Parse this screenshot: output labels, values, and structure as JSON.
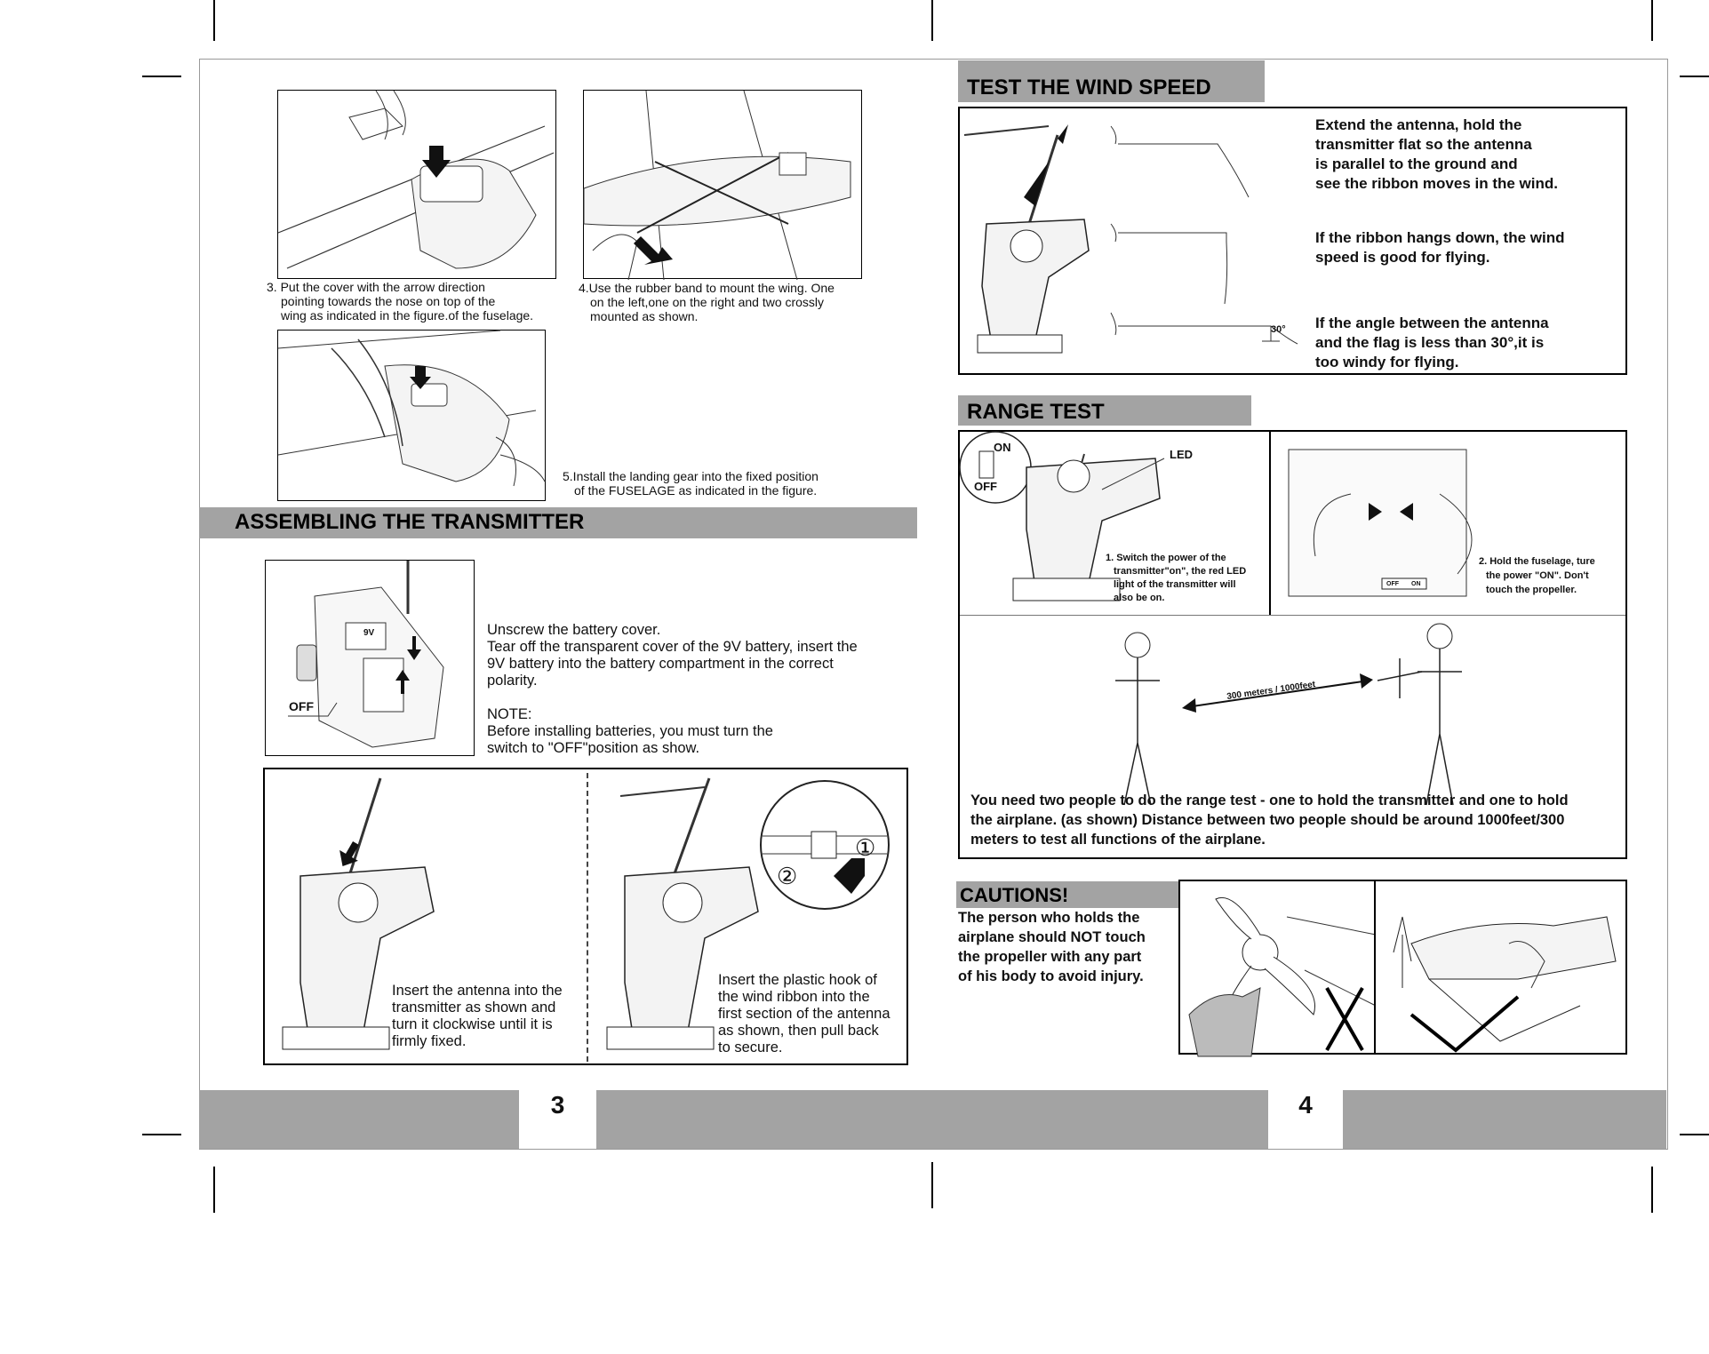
{
  "left_page": {
    "step3_caption": [
      "3. Put the cover with the arrow direction",
      "pointing towards the nose on top of the",
      "wing as indicated in the figure.of the fuselage."
    ],
    "step4_caption": [
      "4.Use the rubber band to mount the wing. One",
      "on the left,one on the right and two crossly",
      "mounted as shown."
    ],
    "step5_caption": [
      "5.Install the landing gear into the fixed position",
      "of the FUSELAGE as indicated in the figure."
    ],
    "transmitter_header": "ASSEMBLING THE TRANSMITTER",
    "battery_text": [
      "Unscrew the battery cover.",
      "Tear off the transparent cover of the 9V battery, insert the",
      "9V battery into the battery compartment in the correct",
      "polarity."
    ],
    "note_label": "NOTE:",
    "note_text": [
      "Before installing batteries, you must turn the",
      "switch to \"OFF\"position as show."
    ],
    "battery_fig_labels": {
      "off": "OFF",
      "nine_v": "9V"
    },
    "antenna_text": [
      "Insert the antenna into the",
      "transmitter as shown and",
      "turn it clockwise until it is",
      "firmly fixed."
    ],
    "hook_text": [
      "Insert the plastic hook of",
      "the wind ribbon into the",
      "first section of the antenna",
      "as shown, then pull back",
      "to secure."
    ],
    "hook_markers": [
      "①",
      "②"
    ],
    "page_number": "3"
  },
  "right_page": {
    "wind_header": "TEST THE WIND SPEED",
    "wind_text_1": [
      "Extend the antenna, hold the",
      "transmitter flat so the antenna",
      "is parallel to the ground and",
      "see the ribbon moves in the wind."
    ],
    "wind_text_2": [
      "If the ribbon hangs down, the wind",
      "speed is good for flying."
    ],
    "wind_text_3": [
      "If the angle between the antenna",
      "and the flag is less than 30°,it is",
      "too windy for flying."
    ],
    "wind_angle_label": "30°",
    "range_header": "RANGE TEST",
    "range_labels": {
      "on": "ON",
      "off": "OFF",
      "led": "LED",
      "distance": "300 meters / 1000feet",
      "switch_off": "OFF",
      "switch_on": "ON"
    },
    "range_step1": [
      "1. Switch the power of the",
      "transmitter\"on\", the red LED",
      "light of the transmitter will",
      "also be on."
    ],
    "range_step2": [
      "2. Hold the fuselage, ture",
      "the power \"ON\". Don't",
      "touch the propeller."
    ],
    "range_text": [
      "You need two people to do the range test - one to hold the transmitter and one to hold",
      "the airplane. (as shown) Distance between two people should be around 1000feet/300",
      "meters to test all functions of the airplane."
    ],
    "cautions_header": "CAUTIONS!",
    "cautions_text": [
      "The person who holds the",
      "airplane should NOT touch",
      "the propeller with any part",
      "of his body to avoid injury."
    ],
    "page_number": "4"
  }
}
